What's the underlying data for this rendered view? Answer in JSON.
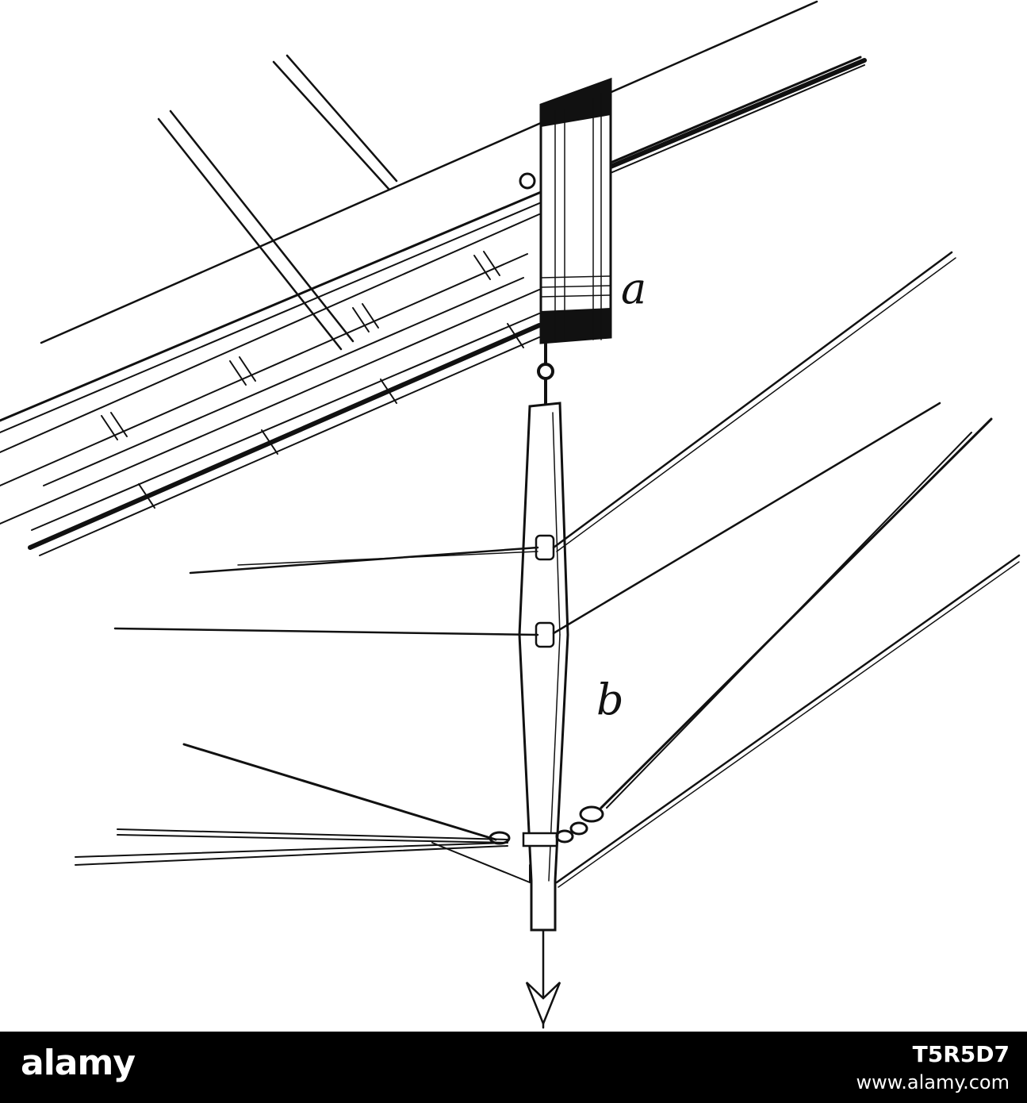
{
  "labels": {
    "a": "a",
    "b": "b"
  },
  "footer": {
    "brand": "alamy",
    "image_id": "T5R5D7",
    "site": "www.alamy.com"
  },
  "colors": {
    "ink": "#111111",
    "background": "#ffffff",
    "footer": "#000000"
  }
}
